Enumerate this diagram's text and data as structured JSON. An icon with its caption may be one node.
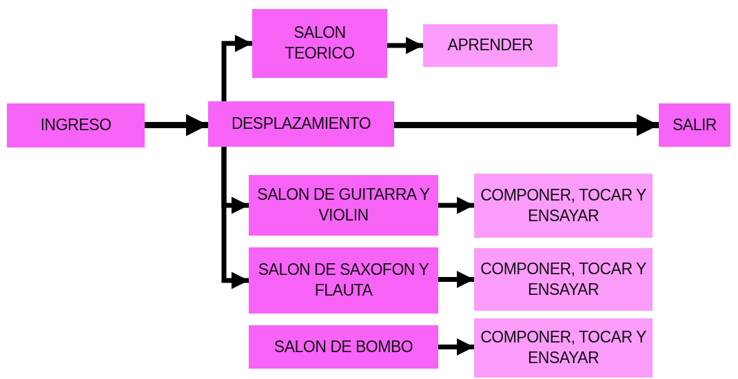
{
  "diagram": {
    "nodes": [
      {
        "text": [
          "INGRESO"
        ]
      },
      {
        "text": [
          "DESPLAZAMIENTO"
        ]
      },
      {
        "text": [
          "SALON TEORICO"
        ]
      },
      {
        "text": [
          "APRENDER"
        ]
      },
      {
        "text": [
          "SALIR"
        ]
      },
      {
        "text": [
          "SALON DE GUITARRA Y VIOLIN"
        ]
      },
      {
        "text": [
          "COMPONER, TOCAR Y ENSAYAR"
        ]
      },
      {
        "text": [
          "SALON DE SAXOFON Y FLAUTA"
        ]
      },
      {
        "text": [
          "COMPONER, TOCAR Y ENSAYAR"
        ]
      },
      {
        "text": [
          "SALON DE BOMBO"
        ]
      },
      {
        "text": [
          "COMPONER, TOCAR Y ENSAYAR"
        ]
      }
    ],
    "edges": [
      {
        "from": 0,
        "to": 1,
        "arrow": "to"
      },
      {
        "from": 1,
        "to": 2,
        "arrow": "to"
      },
      {
        "from": 2,
        "to": 3,
        "arrow": "to"
      },
      {
        "from": 1,
        "to": 4,
        "arrow": "to"
      },
      {
        "from": 1,
        "to": 5,
        "arrow": "to"
      },
      {
        "from": 1,
        "to": 7,
        "arrow": "to"
      },
      {
        "from": 5,
        "to": 6,
        "arrow": "to"
      },
      {
        "from": 7,
        "to": 8,
        "arrow": "to"
      },
      {
        "from": 9,
        "to": 10,
        "arrow": "to"
      }
    ]
  }
}
